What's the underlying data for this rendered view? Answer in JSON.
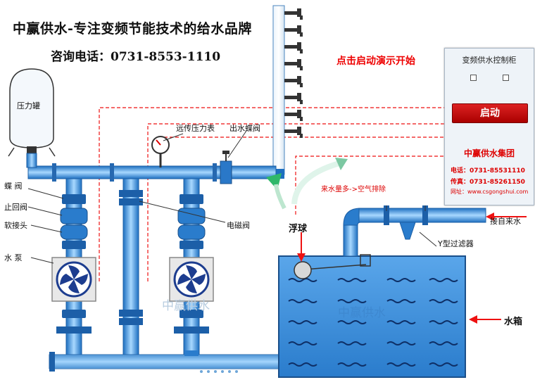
{
  "header": {
    "brand_line": "中赢供水-专注变频节能技术的给水品牌",
    "hotline": "咨询电话：0731-8553-1110"
  },
  "start_hint": "点击启动演示开始",
  "control_cabinet": {
    "title": "变频供水控制柜",
    "start_label": "启动",
    "company": "中赢供水集团",
    "phone": "电话：0731-85531110",
    "fax": "传真：0731-85261150",
    "website": "网址：www.csgongshui.com"
  },
  "labels": {
    "pressure_tank": "压力罐",
    "remote_gauge": "远传压力表",
    "outlet_valve": "出水蝶阀",
    "butterfly_valve": "蝶 阀",
    "check_valve": "止回阀",
    "soft_joint": "软接头",
    "water_pump": "水 泵",
    "solenoid_valve": "电磁阀",
    "air_note": "来水量多->空气排除",
    "float_ball": "浮球",
    "y_filter": "Y型过滤器",
    "inlet": "接自来水",
    "water_tank": "水箱"
  },
  "watermarks": {
    "pump_area": "中赢供水",
    "tank": "中赢供水"
  },
  "colors": {
    "pipe": "#2f86d6",
    "pipe_light": "#9fd0f8",
    "tank_fill": "#3f93df",
    "dashed_line": "#e11",
    "cabinet_button": "#c81414"
  }
}
